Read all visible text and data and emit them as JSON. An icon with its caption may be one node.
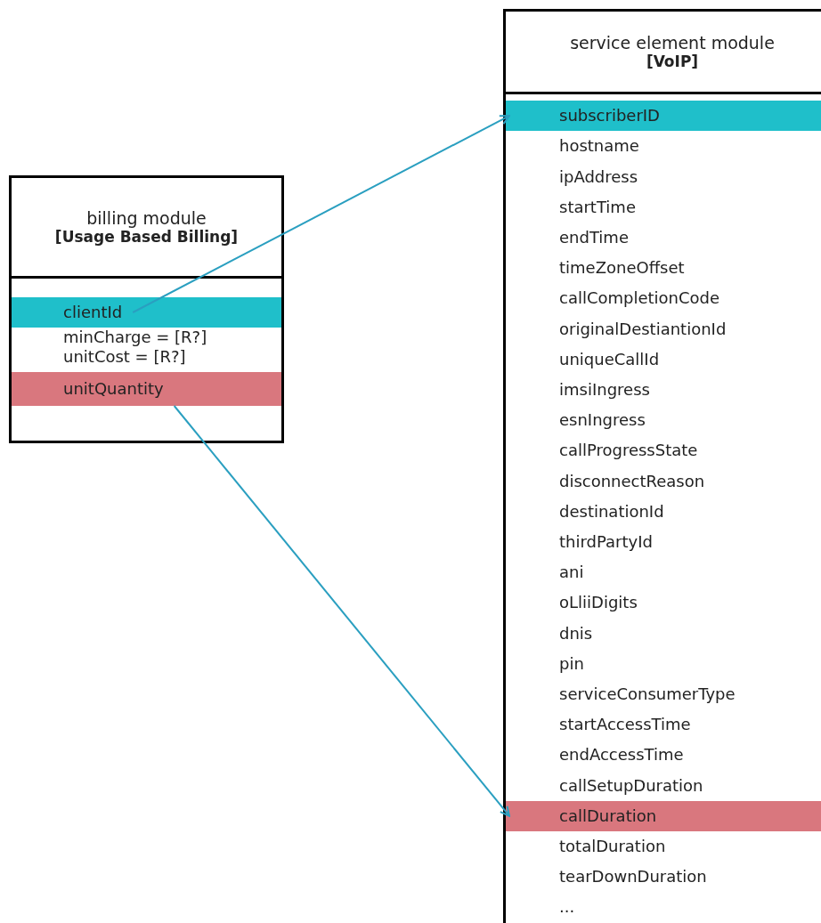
{
  "diagram": {
    "nodes": [
      {
        "text": [
          "billing module",
          "[Usage Based Billing]"
        ]
      },
      {
        "text": [
          "clientId"
        ],
        "in": 0
      },
      {
        "text": [
          "minCharge = [R?]"
        ],
        "in": 0
      },
      {
        "text": [
          "unitCost = [R?]"
        ],
        "in": 0
      },
      {
        "text": [
          "unitQuantity"
        ],
        "in": 0
      },
      {
        "text": [
          "service element module",
          "[VoIP]"
        ]
      },
      {
        "text": [
          "subscriberID"
        ],
        "in": 5
      },
      {
        "text": [
          "hostname"
        ],
        "in": 5
      },
      {
        "text": [
          "ipAddress"
        ],
        "in": 5
      },
      {
        "text": [
          "startTime"
        ],
        "in": 5
      },
      {
        "text": [
          "endTime"
        ],
        "in": 5
      },
      {
        "text": [
          "timeZoneOffset"
        ],
        "in": 5
      },
      {
        "text": [
          "callCompletionCode"
        ],
        "in": 5
      },
      {
        "text": [
          "originalDestiantionId"
        ],
        "in": 5
      },
      {
        "text": [
          "uniqueCallId"
        ],
        "in": 5
      },
      {
        "text": [
          "imsiIngress"
        ],
        "in": 5
      },
      {
        "text": [
          "esnIngress"
        ],
        "in": 5
      },
      {
        "text": [
          "callProgressState"
        ],
        "in": 5
      },
      {
        "text": [
          "disconnectReason"
        ],
        "in": 5
      },
      {
        "text": [
          "destinationId"
        ],
        "in": 5
      },
      {
        "text": [
          "thirdPartyId"
        ],
        "in": 5
      },
      {
        "text": [
          "ani"
        ],
        "in": 5
      },
      {
        "text": [
          "oLliiDigits"
        ],
        "in": 5
      },
      {
        "text": [
          "dnis"
        ],
        "in": 5
      },
      {
        "text": [
          "pin"
        ],
        "in": 5
      },
      {
        "text": [
          "serviceConsumerType"
        ],
        "in": 5
      },
      {
        "text": [
          "startAccessTime"
        ],
        "in": 5
      },
      {
        "text": [
          "endAccessTime"
        ],
        "in": 5
      },
      {
        "text": [
          "callSetupDuration"
        ],
        "in": 5
      },
      {
        "text": [
          "callDuration"
        ],
        "in": 5
      },
      {
        "text": [
          "totalDuration"
        ],
        "in": 5
      },
      {
        "text": [
          "tearDownDuration"
        ],
        "in": 5
      },
      {
        "text": [
          "..."
        ],
        "in": 5
      }
    ],
    "edges": [
      {
        "from": 1,
        "to": 6,
        "arrow": "to"
      },
      {
        "from": 4,
        "to": 29,
        "arrow": "to"
      }
    ]
  }
}
